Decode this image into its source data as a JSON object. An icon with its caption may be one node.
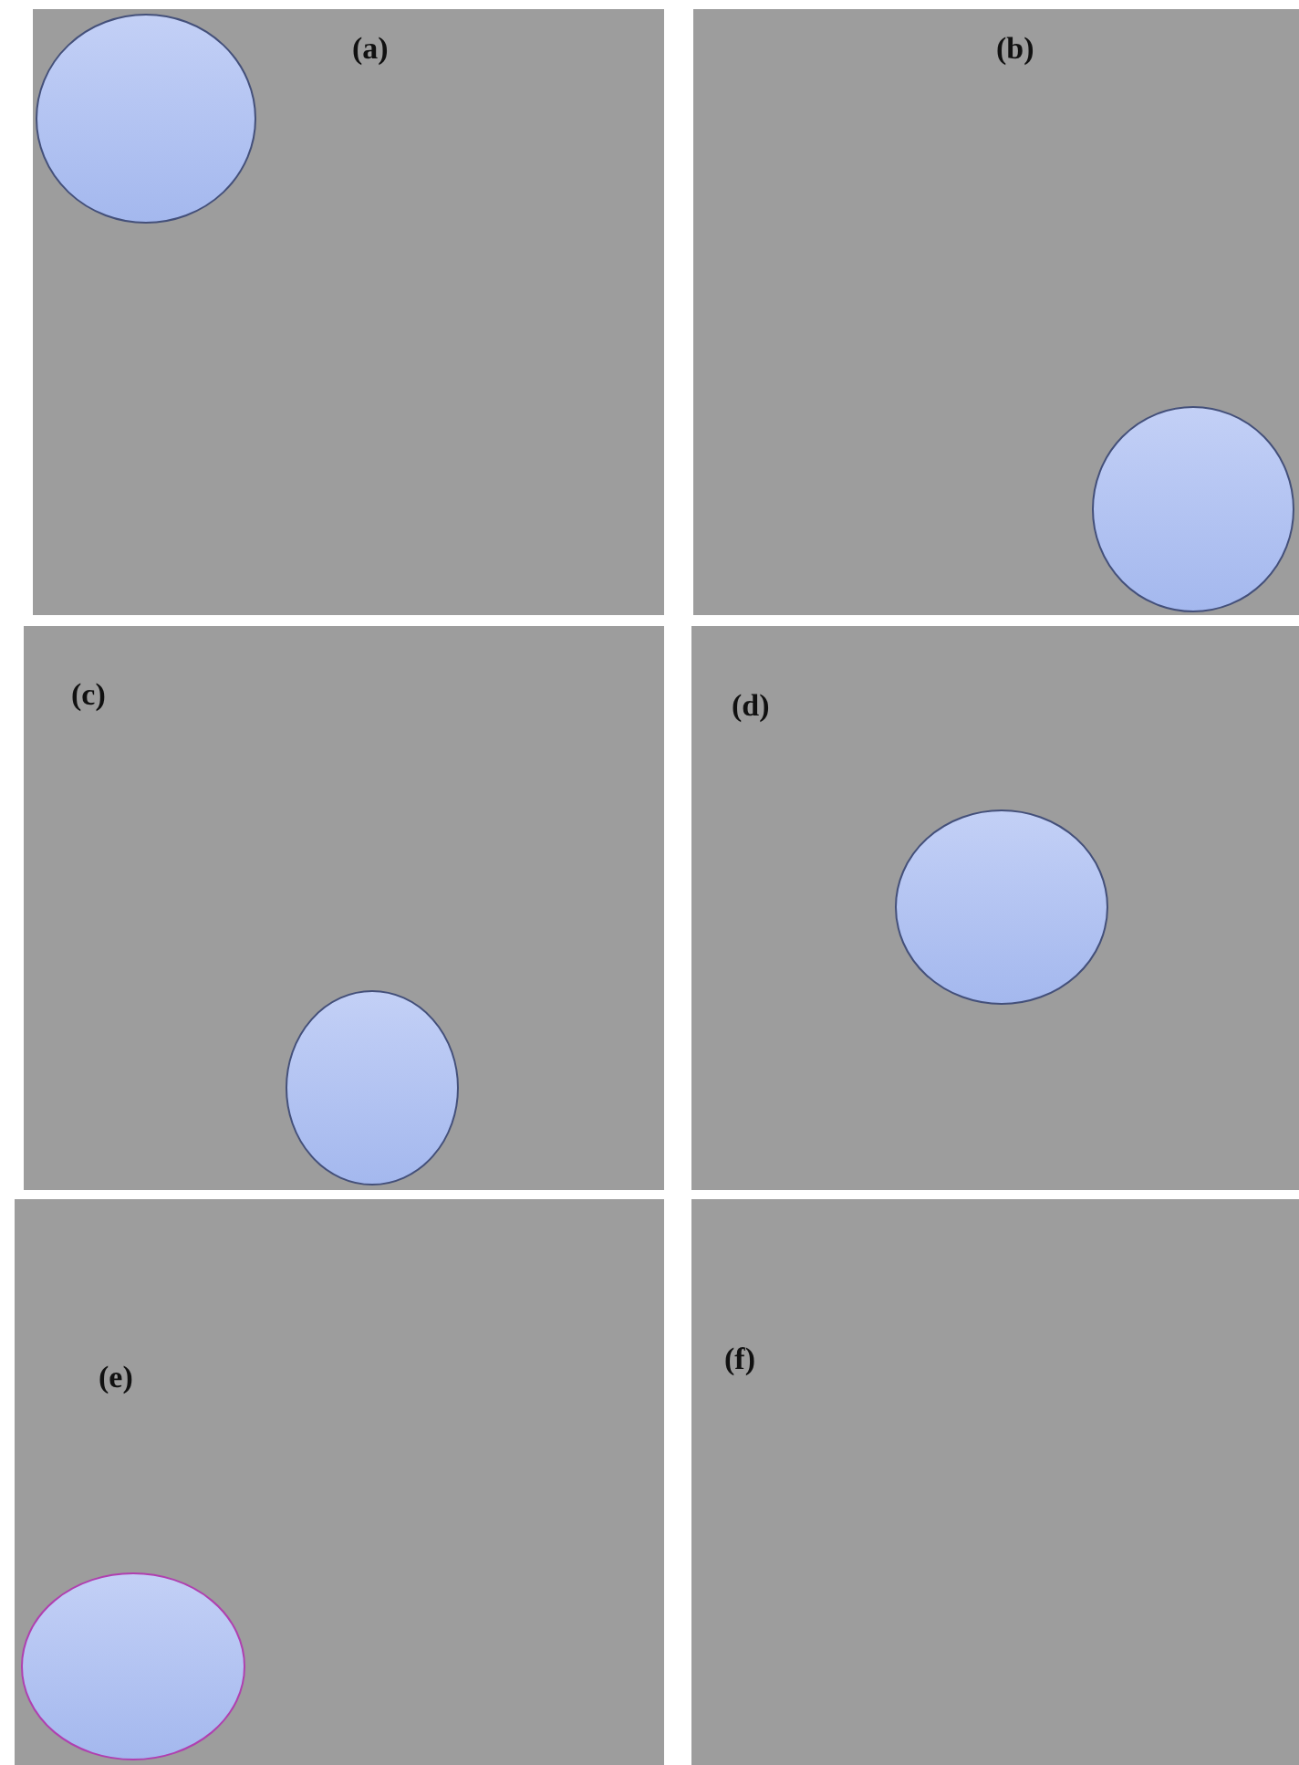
{
  "diagram": {
    "nodes": [
      {
        "text": [
          "(a)"
        ]
      },
      {
        "text": [],
        "shape": "circle",
        "in": 0
      },
      {
        "text": [
          "(b)"
        ]
      },
      {
        "text": [],
        "shape": "circle",
        "in": 2
      },
      {
        "text": [
          "(c)"
        ]
      },
      {
        "text": [],
        "shape": "circle",
        "in": 4
      },
      {
        "text": [
          "(d)"
        ]
      },
      {
        "text": [],
        "shape": "circle",
        "in": 6
      },
      {
        "text": [
          "(e)"
        ]
      },
      {
        "text": [],
        "shape": "circle",
        "in": 8
      },
      {
        "text": [
          "(f)"
        ]
      }
    ]
  }
}
